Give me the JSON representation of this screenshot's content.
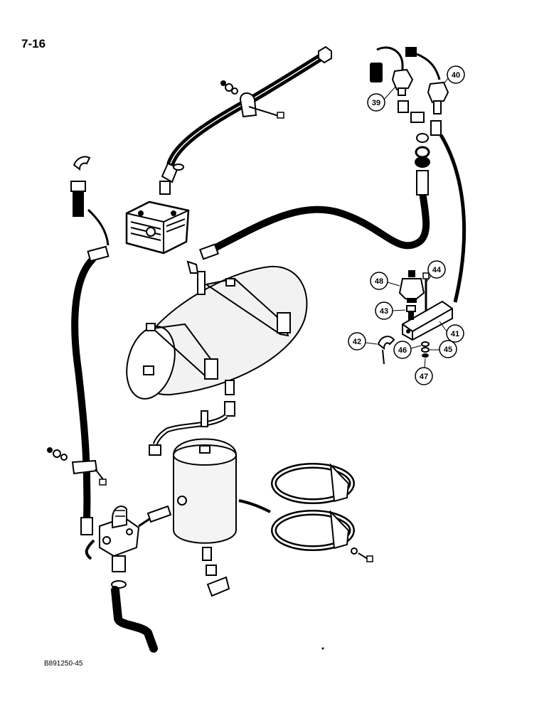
{
  "page": {
    "page_number": "7-16",
    "figure_code": "B891250-45"
  },
  "callouts": [
    {
      "id": "c39",
      "label": "39"
    },
    {
      "id": "c40",
      "label": "40"
    },
    {
      "id": "c41",
      "label": "41"
    },
    {
      "id": "c42",
      "label": "42"
    },
    {
      "id": "c43",
      "label": "43"
    },
    {
      "id": "c44",
      "label": "44"
    },
    {
      "id": "c45",
      "label": "45"
    },
    {
      "id": "c46",
      "label": "46"
    },
    {
      "id": "c47",
      "label": "47"
    },
    {
      "id": "c48",
      "label": "48"
    }
  ],
  "colors": {
    "ink": "#000000",
    "paper": "#ffffff",
    "shade": "#e6e6e6"
  }
}
